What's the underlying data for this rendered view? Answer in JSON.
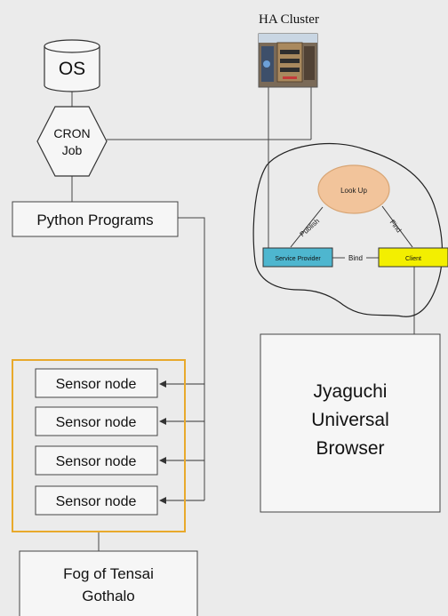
{
  "ha_cluster": {
    "label": "HA Cluster"
  },
  "os": {
    "label": "OS"
  },
  "cron": {
    "line1": "CRON",
    "line2": "Job"
  },
  "python": {
    "label": "Python Programs"
  },
  "lookup": {
    "label": "Look Up"
  },
  "service_provider": {
    "label": "Service Provider"
  },
  "client": {
    "label": "Client"
  },
  "edges": {
    "publish": "Publish",
    "find": "Find",
    "bind": "Bind"
  },
  "browser": {
    "line1": "Jyaguchi",
    "line2": "Universal",
    "line3": "Browser"
  },
  "sensors": [
    {
      "label": "Sensor node"
    },
    {
      "label": "Sensor node"
    },
    {
      "label": "Sensor node"
    },
    {
      "label": "Sensor node"
    }
  ],
  "fog": {
    "line1": "Fog of Tensai",
    "line2": "Gothalo"
  },
  "colors": {
    "background": "#ebebeb",
    "box_fill": "#f6f6f6",
    "lookup_fill": "#f2c49b",
    "lookup_stroke": "#d8a574",
    "service_provider_fill": "#4eb6cf",
    "client_fill": "#f3ef00",
    "sensor_group_border": "#e8a92c",
    "line": "#333333"
  }
}
